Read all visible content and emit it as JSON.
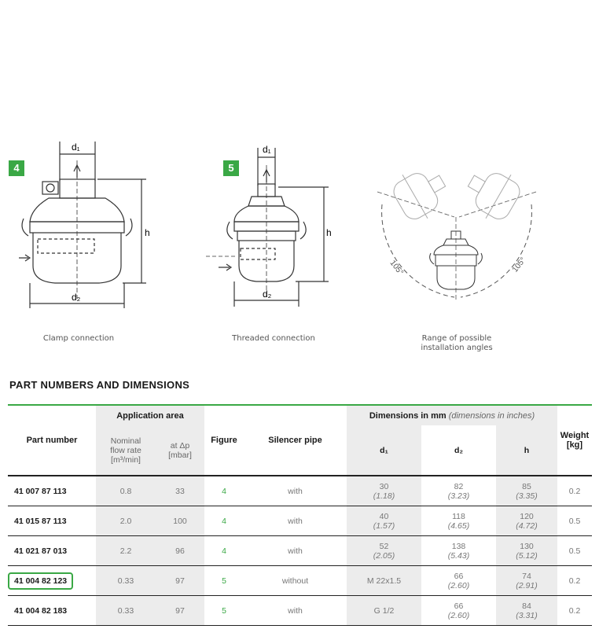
{
  "figures": [
    {
      "number": "4",
      "caption": "Clamp connection",
      "labels": {
        "d1": "d₁",
        "d2": "d₂",
        "h": "h"
      }
    },
    {
      "number": "5",
      "caption": "Threaded connection",
      "labels": {
        "d1": "d₁",
        "d2": "d₂",
        "h": "h"
      }
    },
    {
      "number": "",
      "caption_line1": "Range of possible",
      "caption_line2": "installation angles",
      "angle_left": "105°",
      "angle_right": "105°"
    }
  ],
  "section_title": "PART NUMBERS AND DIMENSIONS",
  "table": {
    "headers": {
      "part_number": "Part number",
      "application_area": "Application area",
      "nominal_flow_1": "Nominal",
      "nominal_flow_2": "flow rate",
      "nominal_flow_3": "[m³/min]",
      "delta_p_1": "at Δp",
      "delta_p_2": "[mbar]",
      "figure": "Figure",
      "silencer_pipe": "Silencer pipe",
      "dimensions_bold": "Dimensions in mm",
      "dimensions_italic": "(dimensions in inches)",
      "d1": "d₁",
      "d2": "d₂",
      "h": "h",
      "weight_1": "Weight",
      "weight_2": "[kg]"
    },
    "rows": [
      {
        "part": "41 007 87 113",
        "flow": "0.8",
        "dp": "33",
        "figure": "4",
        "silencer": "with",
        "d1_mm": "30",
        "d1_in": "(1.18)",
        "d2_mm": "82",
        "d2_in": "(3.23)",
        "h_mm": "85",
        "h_in": "(3.35)",
        "weight": "0.2",
        "highlighted": false
      },
      {
        "part": "41 015 87 113",
        "flow": "2.0",
        "dp": "100",
        "figure": "4",
        "silencer": "with",
        "d1_mm": "40",
        "d1_in": "(1.57)",
        "d2_mm": "118",
        "d2_in": "(4.65)",
        "h_mm": "120",
        "h_in": "(4.72)",
        "weight": "0.5",
        "highlighted": false
      },
      {
        "part": "41 021 87 013",
        "flow": "2.2",
        "dp": "96",
        "figure": "4",
        "silencer": "with",
        "d1_mm": "52",
        "d1_in": "(2.05)",
        "d2_mm": "138",
        "d2_in": "(5.43)",
        "h_mm": "130",
        "h_in": "(5.12)",
        "weight": "0.5",
        "highlighted": false
      },
      {
        "part": "41 004 82 123",
        "flow": "0.33",
        "dp": "97",
        "figure": "5",
        "silencer": "without",
        "d1_mm": "M 22x1.5",
        "d1_in": "",
        "d2_mm": "66",
        "d2_in": "(2.60)",
        "h_mm": "74",
        "h_in": "(2.91)",
        "weight": "0.2",
        "highlighted": true
      },
      {
        "part": "41 004 82 183",
        "flow": "0.33",
        "dp": "97",
        "figure": "5",
        "silencer": "with",
        "d1_mm": "G 1/2",
        "d1_in": "",
        "d2_mm": "66",
        "d2_in": "(2.60)",
        "h_mm": "84",
        "h_in": "(3.31)",
        "weight": "0.2",
        "highlighted": false
      }
    ]
  }
}
